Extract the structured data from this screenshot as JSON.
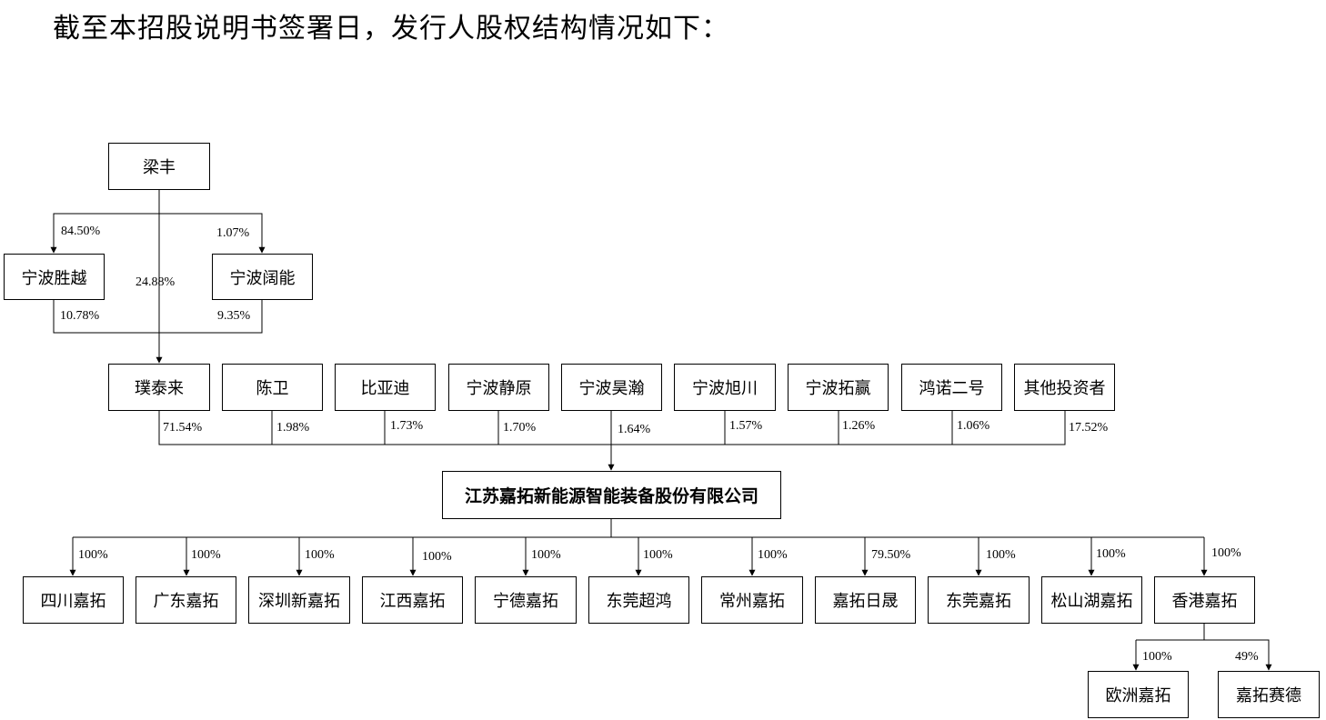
{
  "heading": "截至本招股说明书签署日，发行人股权结构情况如下：",
  "entities": {
    "liang_feng": "梁丰",
    "ningbo_shengyue": "宁波胜越",
    "ningbo_kuoneng": "宁波阔能",
    "pu_tai_lai": "璞泰来",
    "chen_wei": "陈卫",
    "byd": "比亚迪",
    "ningbo_jingyuan": "宁波静原",
    "ningbo_haohan": "宁波昊瀚",
    "ningbo_xuchuan": "宁波旭川",
    "ningbo_tuoying": "宁波拓赢",
    "hongnuo_erhao": "鸿诺二号",
    "other_investors": "其他投资者",
    "company": "江苏嘉拓新能源智能装备股份有限公司",
    "sichuan_jiatuo": "四川嘉拓",
    "guangdong_jiatuo": "广东嘉拓",
    "shenzhen_xinjiatuo": "深圳新嘉拓",
    "jiangxi_jiatuo": "江西嘉拓",
    "ningde_jiatuo": "宁德嘉拓",
    "dongguan_chaohong": "东莞超鸿",
    "changzhou_jiatuo": "常州嘉拓",
    "jiatuo_risheng": "嘉拓日晟",
    "dongguan_jiatuo": "东莞嘉拓",
    "songshanhu_jiatuo": "松山湖嘉拓",
    "hongkong_jiatuo": "香港嘉拓",
    "europe_jiatuo": "欧洲嘉拓",
    "jiatuo_saide": "嘉拓赛德"
  },
  "stakes": {
    "liang_to_shengyue": "84.50%",
    "liang_to_kuoneng": "1.07%",
    "liang_to_putailai": "24.88%",
    "shengyue_to_putailai": "10.78%",
    "kuoneng_to_putailai": "9.35%",
    "putailai_to_company": "71.54%",
    "chenwei_to_company": "1.98%",
    "byd_to_company": "1.73%",
    "jingyuan_to_company": "1.70%",
    "haohan_to_company": "1.64%",
    "xuchuan_to_company": "1.57%",
    "tuoying_to_company": "1.26%",
    "hongnuo_to_company": "1.06%",
    "others_to_company": "17.52%",
    "company_to_sichuan": "100%",
    "company_to_guangdong": "100%",
    "company_to_shenzhen": "100%",
    "company_to_jiangxi": "100%",
    "company_to_ningde": "100%",
    "company_to_dongguan_chaohong": "100%",
    "company_to_changzhou": "100%",
    "company_to_risheng": "79.50%",
    "company_to_dongguan_jiatuo": "100%",
    "company_to_songshanhu": "100%",
    "company_to_hongkong": "100%",
    "hongkong_to_europe": "100%",
    "hongkong_to_saide": "49%"
  }
}
